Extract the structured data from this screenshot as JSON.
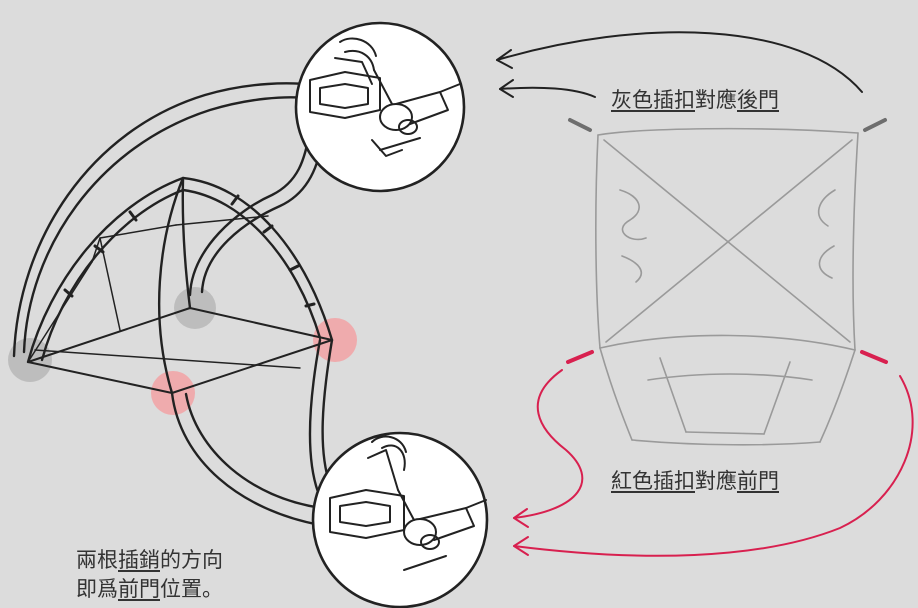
{
  "colors": {
    "background": "#dcdcdc",
    "line": "#222222",
    "sketch": "#9a9a9a",
    "gray_marker": "#b3b3b3",
    "red_marker": "#f2a2a5",
    "red_accent": "#d8204f"
  },
  "labels": {
    "gray": {
      "part1": "灰色插扣",
      "part2": "對應",
      "part3": "後門"
    },
    "red": {
      "part1": "紅色插扣",
      "part2": "對應",
      "part3": "前門"
    }
  },
  "note": {
    "line1": {
      "part1": "兩根",
      "part2": "插銷",
      "part3": "的方向"
    },
    "line2": {
      "part1": "即爲",
      "part2": "前門",
      "part3": "位置。"
    }
  }
}
